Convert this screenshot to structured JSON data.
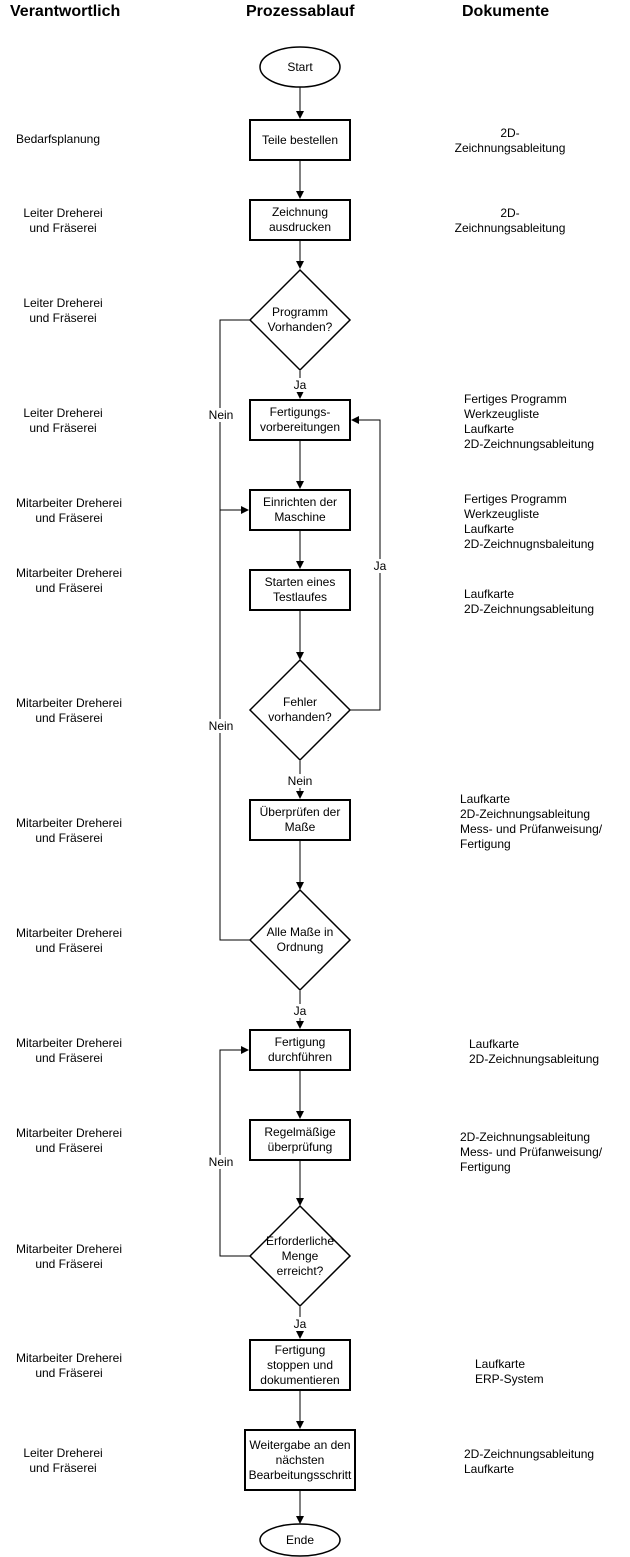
{
  "headers": {
    "responsible": "Verantwortlich",
    "process": "Prozessablauf",
    "documents": "Dokumente"
  },
  "steps": [
    {
      "shape": "ellipse",
      "text": "Start",
      "responsible": "",
      "documents": ""
    },
    {
      "shape": "rect",
      "text": "Teile bestellen",
      "responsible": "Bedarfsplanung",
      "documents": "2D-\nZeichnungsableitung"
    },
    {
      "shape": "rect",
      "text": "Zeichnung\nausdrucken",
      "responsible": "Leiter Dreherei\nund Fräserei",
      "documents": "2D-\nZeichnungsableitung"
    },
    {
      "shape": "diamond",
      "text": "Programm\nVorhanden?",
      "responsible": "Leiter Dreherei\nund Fräserei",
      "documents": ""
    },
    {
      "shape": "rect",
      "text": "Fertigungs-\nvorbereitungen",
      "responsible": "Leiter Dreherei\nund Fräserei",
      "documents": "Fertiges Programm\nWerkzeugliste\nLaufkarte\n2D-Zeichnungsableitung"
    },
    {
      "shape": "rect",
      "text": "Einrichten der\nMaschine",
      "responsible": "Mitarbeiter Dreherei\nund Fräserei",
      "documents": "Fertiges Programm\nWerkzeugliste\nLaufkarte\n2D-Zeichnugnsbaleitung"
    },
    {
      "shape": "rect",
      "text": "Starten eines\nTestlaufes",
      "responsible": "Mitarbeiter Dreherei\nund Fräserei",
      "documents": "Laufkarte\n2D-Zeichnungsableitung"
    },
    {
      "shape": "diamond",
      "text": "Fehler\nvorhanden?",
      "responsible": "Mitarbeiter Dreherei\nund Fräserei",
      "documents": ""
    },
    {
      "shape": "rect",
      "text": "Überprüfen der\nMaße",
      "responsible": "Mitarbeiter Dreherei\nund Fräserei",
      "documents": "Laufkarte\n2D-Zeichnungsableitung\nMess- und Prüfanweisung/\nFertigung"
    },
    {
      "shape": "diamond",
      "text": "Alle Maße in\nOrdnung",
      "responsible": "Mitarbeiter Dreherei\nund Fräserei",
      "documents": ""
    },
    {
      "shape": "rect",
      "text": "Fertigung\ndurchführen",
      "responsible": "Mitarbeiter Dreherei\nund Fräserei",
      "documents": "Laufkarte\n2D-Zeichnungsableitung"
    },
    {
      "shape": "rect",
      "text": "Regelmäßige\nüberprüfung",
      "responsible": "Mitarbeiter Dreherei\nund Fräserei",
      "documents": "2D-Zeichnungsableitung\nMess- und Prüfanweisung/\nFertigung"
    },
    {
      "shape": "diamond",
      "text": "Erforderliche\nMenge\nerreicht?",
      "responsible": "Mitarbeiter Dreherei\nund Fräserei",
      "documents": ""
    },
    {
      "shape": "rect",
      "text": "Fertigung\nstoppen und\ndokumentieren",
      "responsible": "Mitarbeiter Dreherei\nund Fräserei",
      "documents": "Laufkarte\nERP-System"
    },
    {
      "shape": "rect",
      "text": "Weitergabe an den\nnächsten\nBearbeitungsschritt",
      "responsible": "Leiter Dreherei\nund Fräserei",
      "documents": "2D-Zeichnungsableitung\nLaufkarte"
    },
    {
      "shape": "ellipse",
      "text": "Ende",
      "responsible": "",
      "documents": ""
    }
  ],
  "edge_labels": {
    "program_yes": "Ja",
    "program_no": "Nein",
    "error_yes": "Ja",
    "error_no": "Nein",
    "measure_no": "Nein",
    "measure_yes": "Ja",
    "quantity_no": "Nein",
    "quantity_yes": "Ja"
  }
}
